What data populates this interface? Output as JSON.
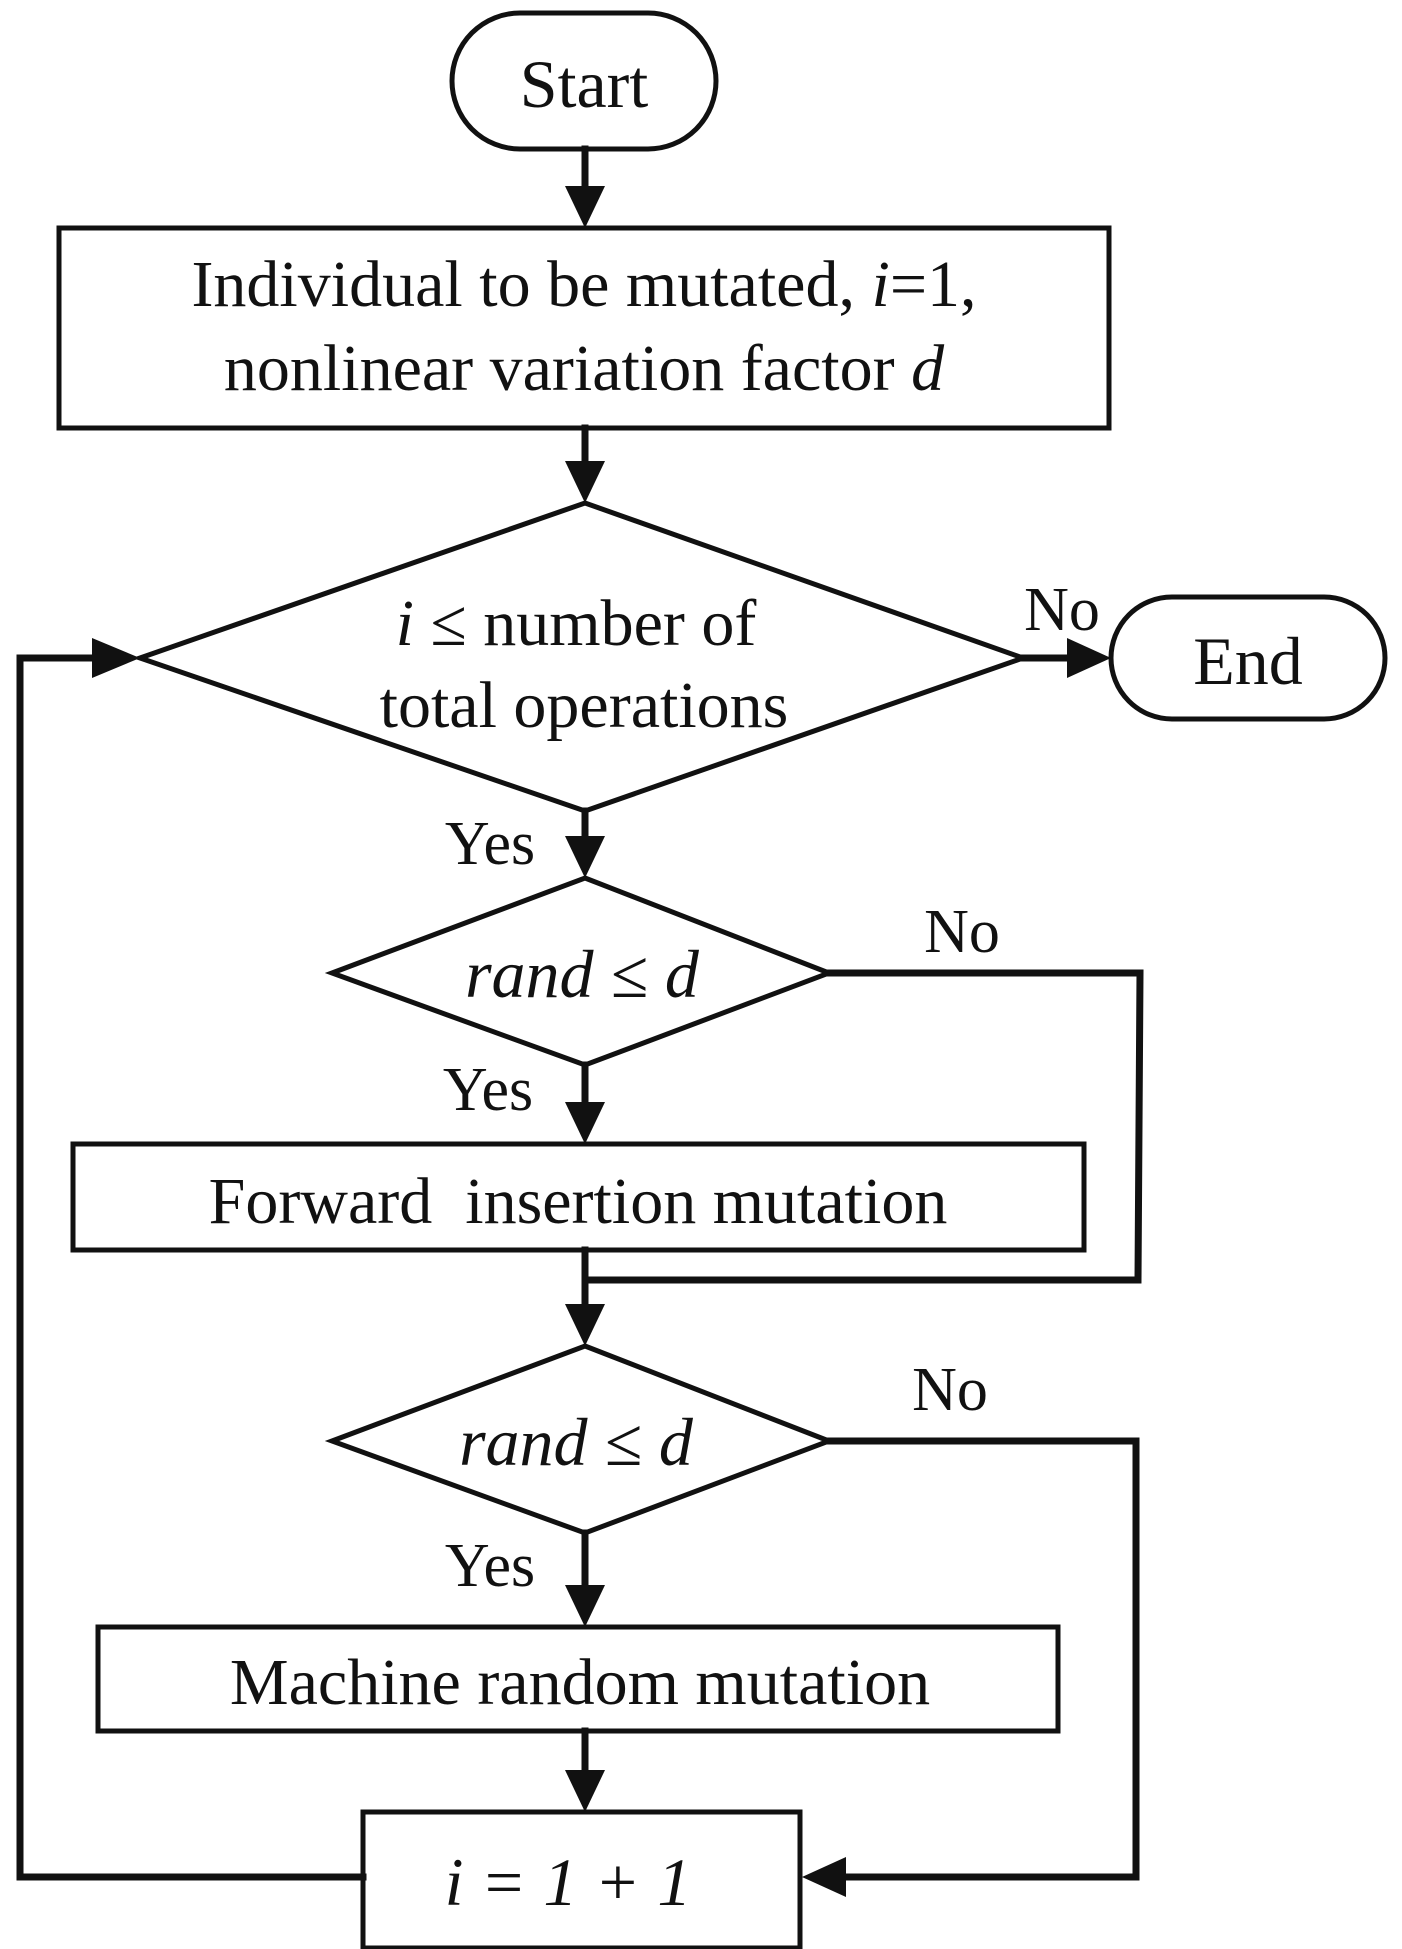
{
  "nodes": {
    "start": "Start",
    "init_line1_a": "Individual to be mutated, ",
    "init_line1_i": "i",
    "init_line1_b": "=1,",
    "init_line2_a": "nonlinear variation factor ",
    "init_line2_d": "d",
    "cond1_line1_i": "i",
    "cond1_line1_b": " ≤ number of",
    "cond1_line2": "total operations",
    "end": "End",
    "cond2": "rand ≤ d",
    "forward": "Forward  insertion mutation",
    "cond3": "rand ≤ d",
    "machine": "Machine random mutation",
    "increment": "i = 1 + 1"
  },
  "edge_labels": {
    "cond1_no": "No",
    "cond1_yes": "Yes",
    "cond2_no": "No",
    "cond2_yes": "Yes",
    "cond3_no": "No",
    "cond3_yes": "Yes"
  }
}
